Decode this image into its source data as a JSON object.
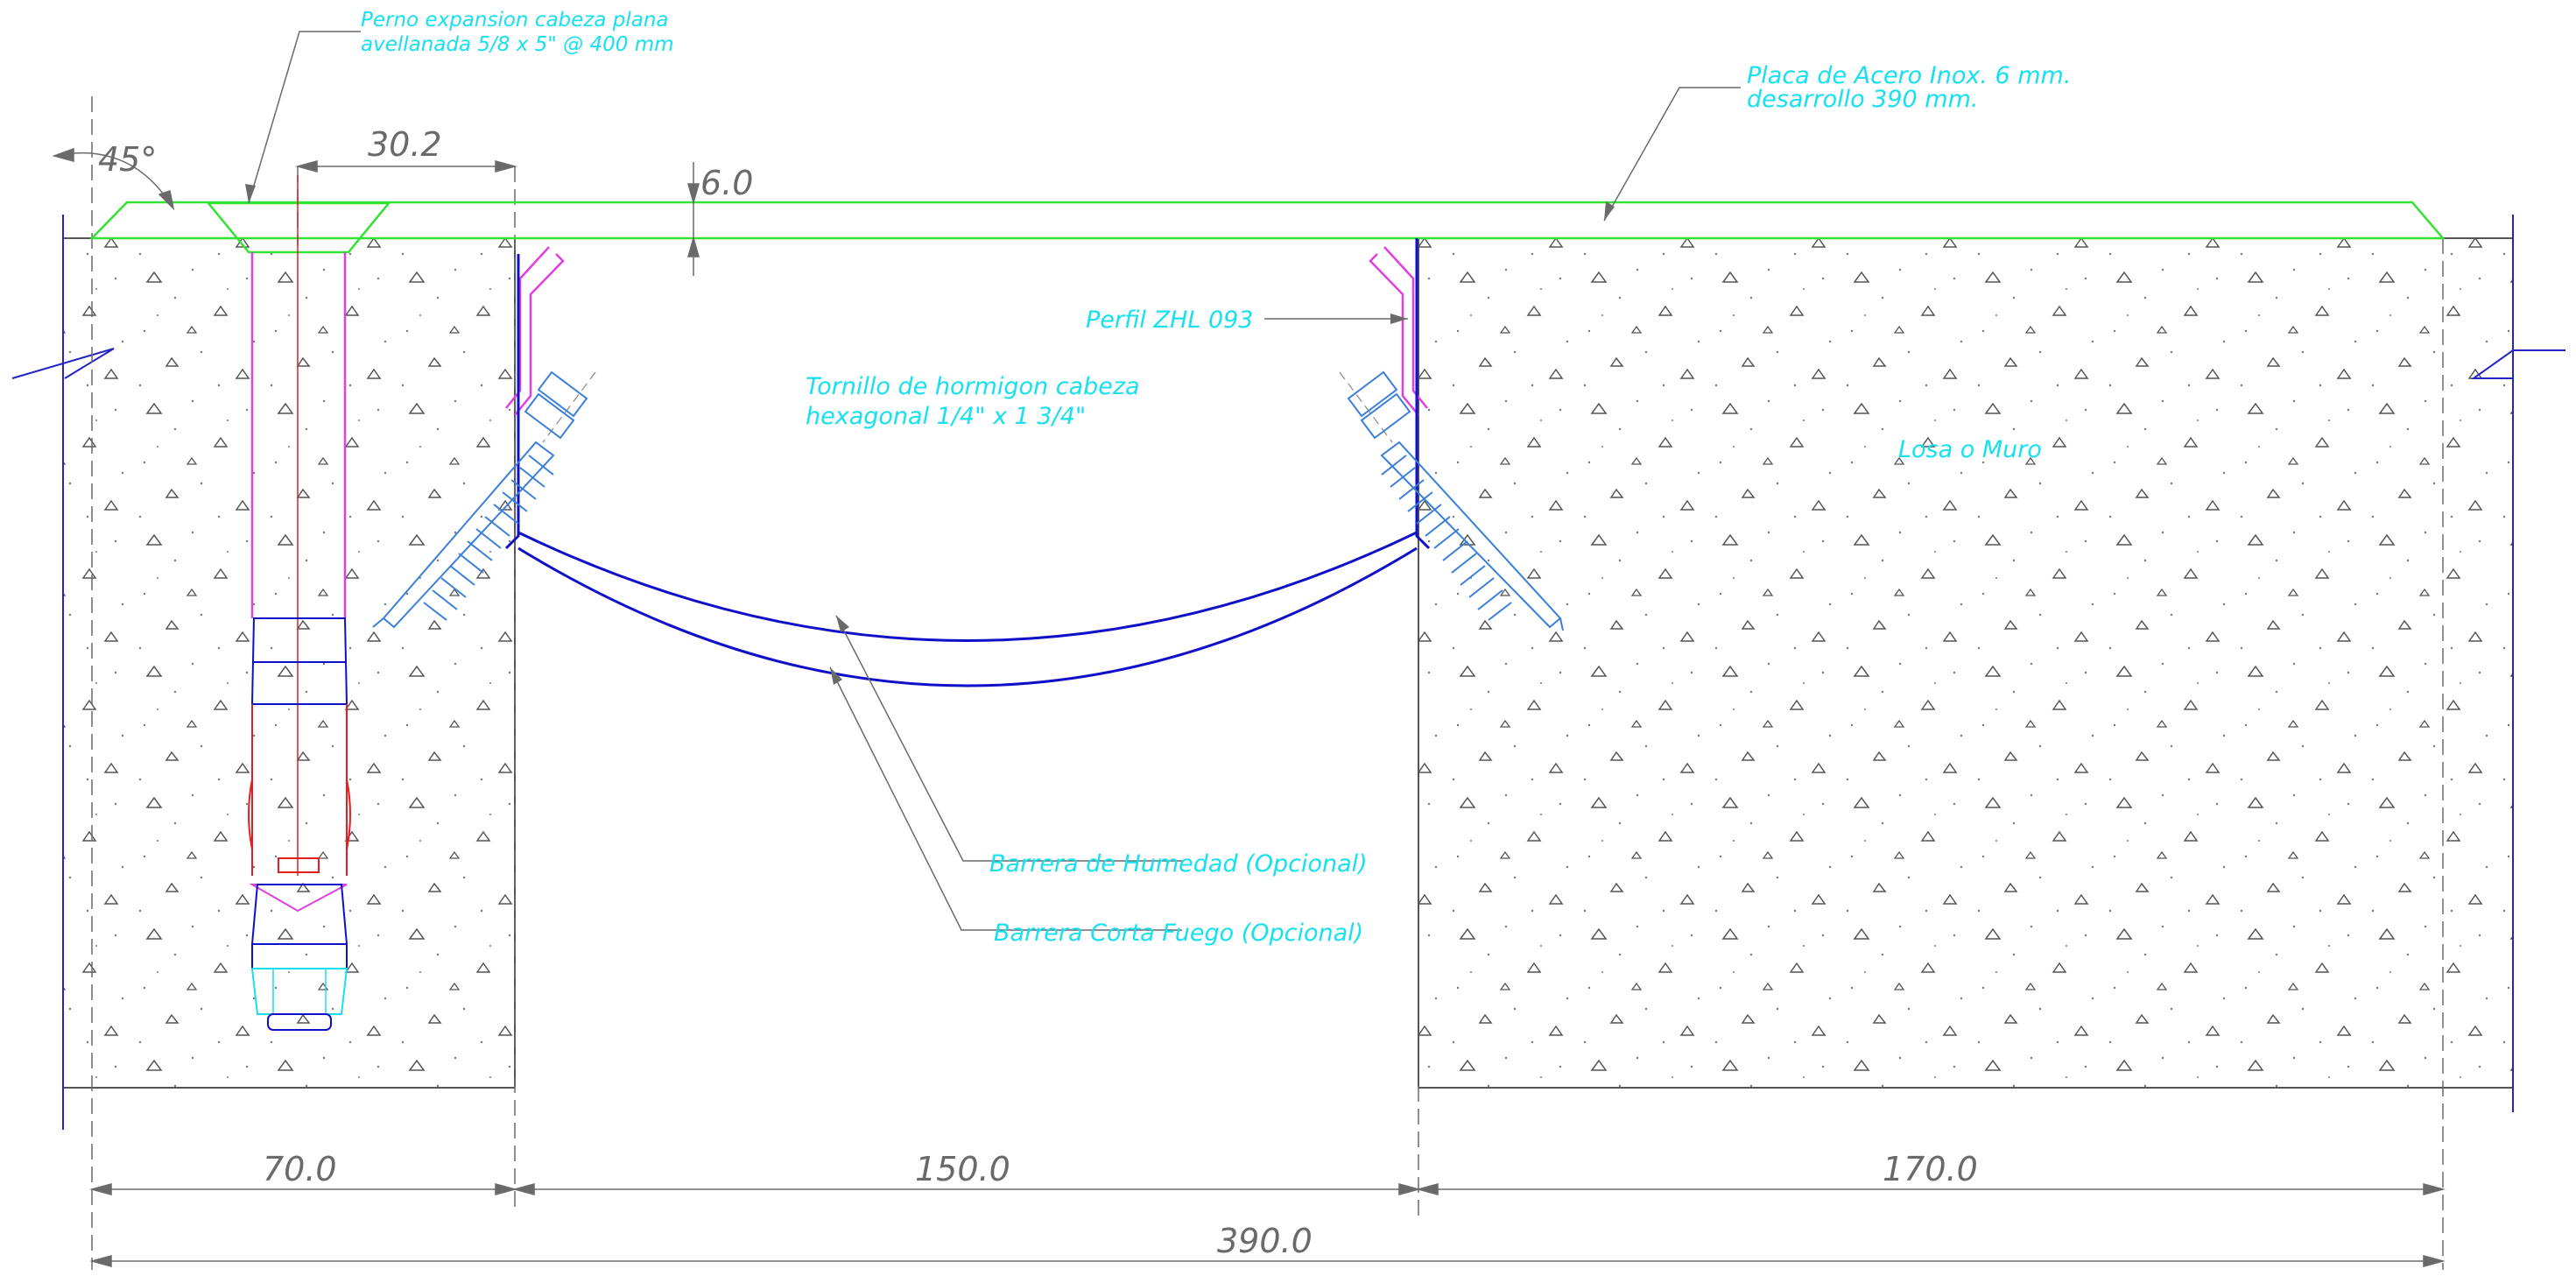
{
  "drawing": {
    "labels": {
      "anchor_bolt_line1": "Perno expansion cabeza plana",
      "anchor_bolt_line2": "avellanada 5/8  x 5\" @ 400 mm",
      "plate_line1": "Placa de Acero Inox. 6 mm.",
      "plate_line2": "desarrollo 390 mm.",
      "profile": "Perfil ZHL 093",
      "screw_line1": "Tornillo de hormigon cabeza",
      "screw_line2": "hexagonal 1/4\" x 1 3/4\"",
      "slab": "Losa o Muro",
      "moisture_barrier": "Barrera de Humedad (Opcional)",
      "fire_barrier": "Barrera Corta Fuego (Opcional)"
    },
    "dimensions": {
      "angle": "45°",
      "bolt_offset": "30.2",
      "plate_thickness": "6.0",
      "left_edge": "70.0",
      "gap": "150.0",
      "right_edge": "170.0",
      "total": "390.0"
    },
    "colors": {
      "plate": "#33e233",
      "profile": "#e040e0",
      "bracket": "#1010c8",
      "screw": "#3a7fd9",
      "bolt": "#e22020",
      "notes": "#17e0ef",
      "dimension": "#6a6a6a"
    }
  }
}
